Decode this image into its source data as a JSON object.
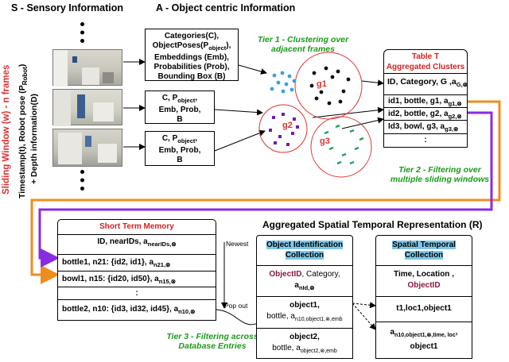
{
  "sensory": {
    "title": "S - Sensory Information"
  },
  "object_centric": {
    "title": "A - Object centric Information"
  },
  "sliding_window": {
    "label": "Sliding Window (w) - n frames"
  },
  "sensor_axis": {
    "line1": "Timestamp(t), Robot pose (P",
    "sub1": "Robot",
    "line1_end": ")",
    "line2": "+ Depth information(D)"
  },
  "attr_box1": {
    "l1": "Categories(C),",
    "l2": "ObjectPoses(P",
    "l2sub": "object",
    "l2end": "),",
    "l3": "Embeddings (Emb),",
    "l4": "Probabilities (Prob),",
    "l5": "Bounding Box (B)"
  },
  "attr_box2": {
    "l1": "C, P",
    "l1sub": "object",
    "l1end": ",",
    "l2": "Emb, Prob,",
    "l3": "B"
  },
  "attr_box3": {
    "l1": "C, P",
    "l1sub": "object",
    "l1end": ",",
    "l2": "Emb, Prob,",
    "l3": "B"
  },
  "tier1": {
    "l1": "Tier 1 - Clustering over",
    "l2": "adjacent frames"
  },
  "tier2": {
    "l1": "Tier 2 - Filtering over",
    "l2": "multiple sliding windows"
  },
  "tier3": {
    "l1": "Tier 3 - Filtering across",
    "l2": "Database Entries"
  },
  "clusters": {
    "g1": "g1",
    "g2": "g2",
    "g3": "g3"
  },
  "table_t": {
    "title1": "Table T",
    "title2": "Aggregated Clusters",
    "header": "ID, Category, G ,a",
    "header_sub": "G,⊗",
    "rows": [
      {
        "text": "id1, bottle, g1, a",
        "sub": "g1,⊗"
      },
      {
        "text": "id2, bottle, g2, a",
        "sub": "g2,⊗"
      },
      {
        "text": "Id3, bowl, g3, a",
        "sub": "g3,⊗"
      },
      {
        "text": ":"
      }
    ]
  },
  "stm": {
    "title": "Short Term Memory",
    "header": "ID, nearIDs, a",
    "header_sub": "nearIDs,⊗",
    "rows": [
      {
        "text": "bottle1,  n21: {id2, id1},  a",
        "sub": "n21,⊗"
      },
      {
        "text": "bowl1, n15: {id20, id50},  a",
        "sub": "n15,⊗"
      },
      {
        "text": ":"
      },
      {
        "text": "bottle2, n10: {id3, id32, id45},  a",
        "sub": "n10,⊗"
      }
    ],
    "newest": "Newest",
    "pop_out": "Pop out"
  },
  "r_title": "Aggregated Spatial Temporal Representation (R)",
  "oic": {
    "title1": "Object Identification",
    "title2": "Collection",
    "h1a": "ObjectID",
    "h1b": ", Category,",
    "h2": "a",
    "h2sub": "nId,⊗",
    "r1a": "object1,",
    "r1b": "bottle, a",
    "r1sub": "n10,object1,⊗,emb",
    "r2a": "object2,",
    "r2b": "bottle, a",
    "r2sub": "object2,⊗,emb"
  },
  "stc": {
    "title1": "Spatial Temporal",
    "title2": "Collection",
    "h1": "Time, Location ,",
    "h2": "ObjectID",
    "r1": "t1,loc1,object1",
    "r2a": "a",
    "r2sub": "n10,object1,⊗,time, loc",
    "r2end": ",",
    "r2b": "object1"
  },
  "colors": {
    "tier": "#1a9a1a",
    "red_title": "#d62020",
    "purple": "#8a2be2",
    "orange": "#f08c1e",
    "highlight": "#7ec8ea",
    "objectid": "#8b1a3a"
  }
}
